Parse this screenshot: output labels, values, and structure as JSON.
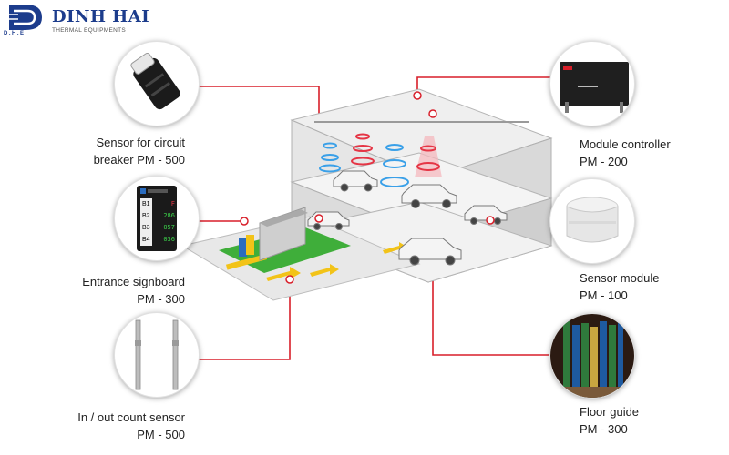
{
  "brand": {
    "name": "DINH HAI",
    "tagline": "THERMAL EQUIPMENTS",
    "abbr": "D.H.E",
    "color": "#1c3c8c"
  },
  "accent_color": "#d81f2a",
  "components": [
    {
      "id": "sensor-circuit-breaker",
      "line1": "Sensor for circuit",
      "line2": "breaker PM - 500"
    },
    {
      "id": "entrance-signboard",
      "line1": "Entrance signboard",
      "line2": "PM - 300"
    },
    {
      "id": "in-out-count-sensor",
      "line1": "In / out count sensor",
      "line2": "PM - 500"
    },
    {
      "id": "module-controller",
      "line1": "Module controller",
      "line2": "PM - 200"
    },
    {
      "id": "sensor-module",
      "line1": "Sensor module",
      "line2": "PM - 100"
    },
    {
      "id": "floor-guide",
      "line1": "Floor guide",
      "line2": "PM - 300"
    }
  ],
  "signboard": {
    "rows": [
      {
        "floor": "B1",
        "value": "F"
      },
      {
        "floor": "B2",
        "value": "286"
      },
      {
        "floor": "B3",
        "value": "057"
      },
      {
        "floor": "B4",
        "value": "036"
      }
    ]
  }
}
